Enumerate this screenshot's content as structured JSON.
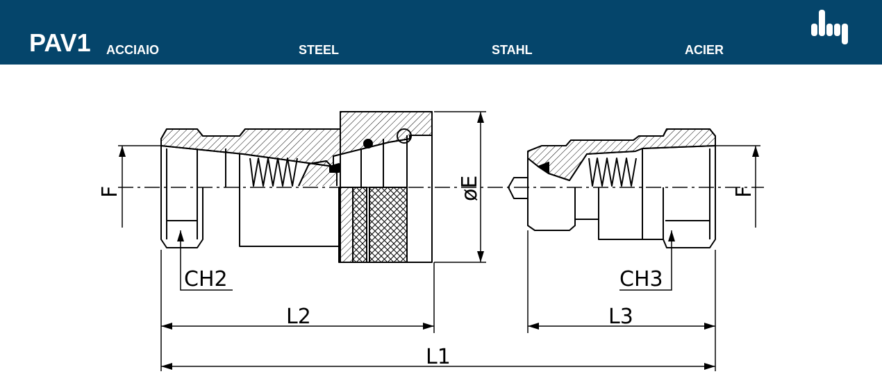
{
  "header": {
    "code": "PAV1",
    "materials": [
      "ACCIAIO",
      "STEEL",
      "STAHL",
      "ACIER"
    ],
    "logo_icon": "dmp-logo-icon",
    "background_color": "#05456b",
    "text_color": "#ffffff"
  },
  "drawing": {
    "labels": {
      "f_left": "F",
      "f_right": "F",
      "diameter": "øE",
      "ch2": "CH2",
      "ch3": "CH3",
      "l2": "L2",
      "l3": "L3",
      "l1": "L1"
    }
  }
}
